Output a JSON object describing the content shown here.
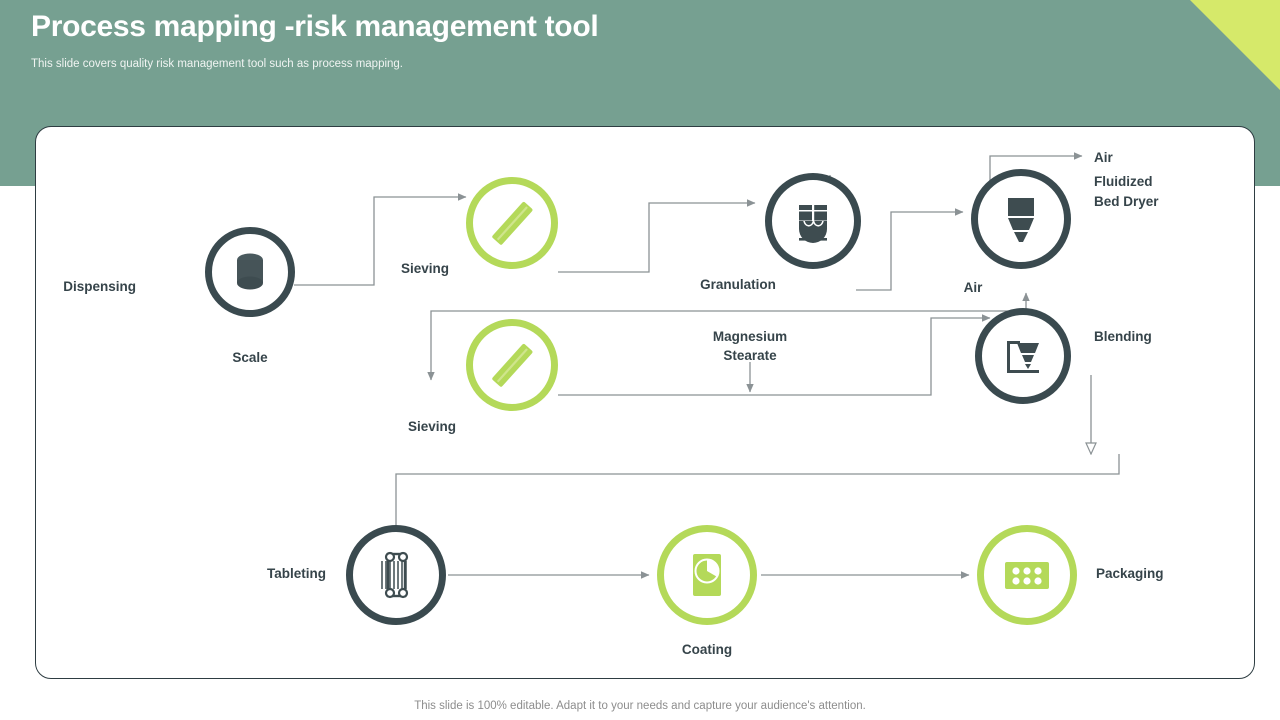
{
  "header": {
    "title": "Process mapping -risk management tool",
    "subtitle": "This slide covers quality risk management tool such as process mapping.",
    "band_color": "#76a091",
    "accent_color": "#d6e96a"
  },
  "footer": {
    "note": "This slide is 100% editable. Adapt it to your needs and capture your audience's attention."
  },
  "theme": {
    "dark_ring": "#3a4a4f",
    "green_ring": "#b4d959",
    "connector": "#8b9295",
    "label_color": "#36444a",
    "card_border": "#2e3d42"
  },
  "diagram": {
    "type": "process-flow",
    "nodes": [
      {
        "id": "scale",
        "icon": "cylinder-icon",
        "ring": "dark",
        "label": "Scale",
        "side_label": "Dispensing"
      },
      {
        "id": "sieving-1",
        "icon": "sieve-bar-icon",
        "ring": "green",
        "label": "Sieving"
      },
      {
        "id": "granulation",
        "icon": "granulator-icon",
        "ring": "dark",
        "label": "Granulation"
      },
      {
        "id": "fbd",
        "icon": "hopper-icon",
        "ring": "dark",
        "label": "Fluidized\nBed Dryer",
        "aux_in": "Air",
        "aux_out": "Air"
      },
      {
        "id": "sieving-2",
        "icon": "sieve-bar-icon",
        "ring": "green",
        "label": "Sieving"
      },
      {
        "id": "blending",
        "icon": "blender-icon",
        "ring": "dark",
        "label": "Blending",
        "additive": "Magnesium\nStearate"
      },
      {
        "id": "tableting",
        "icon": "tablet-press-icon",
        "ring": "dark",
        "label": "Tableting"
      },
      {
        "id": "coating",
        "icon": "coating-pan-icon",
        "ring": "green",
        "label": "Coating"
      },
      {
        "id": "packaging",
        "icon": "blister-pack-icon",
        "ring": "green",
        "label": "Packaging"
      }
    ],
    "labels": {
      "dispensing": "Dispensing",
      "scale": "Scale",
      "sieving_1": "Sieving",
      "granulation": "Granulation",
      "air_out": "Air",
      "fluidized_bed_dryer_line1": "Fluidized",
      "fluidized_bed_dryer_line2": "Bed Dryer",
      "air_in": "Air",
      "sieving_2": "Sieving",
      "magnesium_stearate_line1": "Magnesium",
      "magnesium_stearate_line2": "Stearate",
      "blending": "Blending",
      "tableting": "Tableting",
      "coating": "Coating",
      "packaging": "Packaging"
    },
    "flow_sequence": [
      "Dispensing (Scale)",
      "Sieving",
      "Granulation",
      "Fluidized Bed Dryer",
      "Sieving",
      "Blending",
      "Tableting",
      "Coating",
      "Packaging"
    ]
  }
}
